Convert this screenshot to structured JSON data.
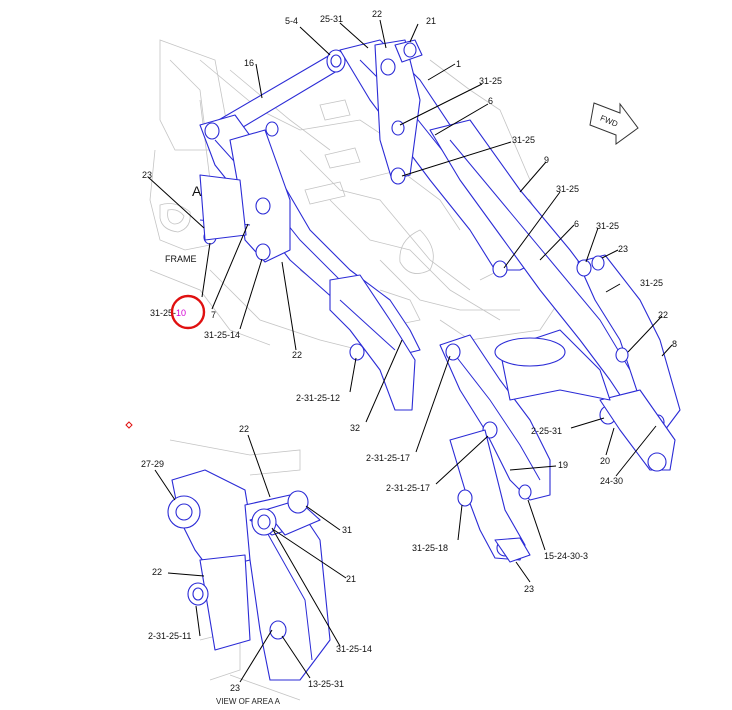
{
  "callouts": {
    "c_5_4": "5-4",
    "c_25_31": "25-31",
    "c_22_top": "22",
    "c_21_top": "21",
    "c_1": "1",
    "c_31_25_a": "31-25",
    "c_6_a": "6",
    "c_16": "16",
    "c_31_25_b": "31-25",
    "c_9": "9",
    "c_23_left": "23",
    "c_A": "A",
    "c_31_25_c": "31-25",
    "c_6_b": "6",
    "c_31_25_d": "31-25",
    "c_23_right": "23",
    "c_frame": "FRAME",
    "c_31_25_10_prefix": "31-25-",
    "c_31_25_10_hl": "10",
    "c_7": "7",
    "c_31_25_e": "31-25",
    "c_22_right": "22",
    "c_31_25_14": "31-25-14",
    "c_22_mid": "22",
    "c_8": "8",
    "c_2_31_25_12": "2-31-25-12",
    "c_32": "32",
    "c_2_31_25_17_a": "2-31-25-17",
    "c_2_25_31": "2-25-31",
    "c_20": "20",
    "c_19": "19",
    "c_24_30": "24-30",
    "c_2_31_25_17_b": "2-31-25-17",
    "c_31_25_18": "31-25-18",
    "c_15_24_30_3": "15-24-30-3",
    "c_23_bottom": "23",
    "fwd": "FWD"
  },
  "detail": {
    "c_22_top": "22",
    "c_27_29": "27-29",
    "c_31": "31",
    "c_22_left": "22",
    "c_21": "21",
    "c_2_31_25_11": "2-31-25-11",
    "c_31_25_14": "31-25-14",
    "c_23": "23",
    "c_13_25_31": "13-25-31",
    "caption": "VIEW OF AREA A"
  },
  "colors": {
    "part_outline": "#2b2bd6",
    "background_lines": "#c4c4c4",
    "highlight_text": "#d400d4",
    "highlight_circle": "#e01010"
  },
  "icons": {
    "fwd": "fwd-arrow-icon",
    "highlight": "red-circle-highlight-icon"
  }
}
